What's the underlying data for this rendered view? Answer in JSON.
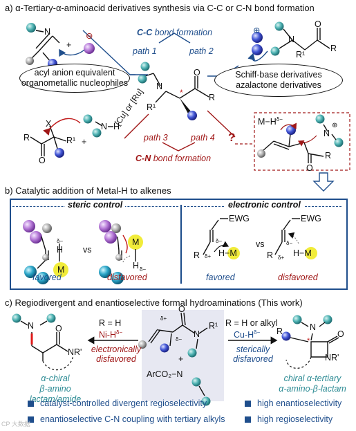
{
  "section_a": {
    "title": "a) α-Tertiary-α-aminoacid derivatives synthesis via C-C or C-N bond formation",
    "cc_label_bold": "C-C",
    "cc_label_rest": "bond formation",
    "cn_label_bold": "C-N",
    "cn_label_rest": "bond formation",
    "path1": "path 1",
    "path2": "path 2",
    "path3": "path 3",
    "path4": "path 4",
    "left_pill": [
      "acyl anion equivalent",
      "organometallic nucleophiles"
    ],
    "right_pill": [
      "Schiff-base derivatives",
      "azalactone derivatives"
    ],
    "catalyst": "[Cu] or [Ru]",
    "question": "?",
    "mh_label": "M−H",
    "mh_sup": "δ−",
    "atoms": {
      "N": "N",
      "O": "O",
      "R": "R",
      "R1": "R¹",
      "X": "X",
      "H": "H",
      "plus": "+",
      "minus": "⊖",
      "cation": "⊕"
    }
  },
  "section_b": {
    "title": "b) Catalytic addition of Metal-H to alkenes",
    "steric": "steric control",
    "electronic": "electronic control",
    "vs": "vs",
    "favored": "favored",
    "disfavored": "disfavored",
    "ewg": "EWG",
    "hm": "H−M",
    "h": "H",
    "m": "M",
    "dminus": "δ−",
    "dplus": "δ+",
    "r": "R"
  },
  "section_c": {
    "title": "c) Regiodivergent and enantioselective formal hydroaminations (This work)",
    "left_cond": "R = H",
    "left_cat": "Ni-H",
    "left_cat_sup": "δ−",
    "left_note": [
      "electronically",
      "disfavored"
    ],
    "right_cond": "R = H or alkyl",
    "right_cat": "Cu-H",
    "right_cat_sup": "δ−",
    "right_note": [
      "sterically",
      "disfavored"
    ],
    "reagent": "ArCO₂−N",
    "plus": "+",
    "left_product": [
      "α-chiral",
      "β-amino lactam/amide"
    ],
    "right_product": [
      "chiral α-tertiary",
      "α-amino-β-lactam"
    ],
    "nr": "NR'",
    "n": "N",
    "o": "O",
    "r1": "R¹",
    "r": "R",
    "dplus": "δ+",
    "dminus": "δ−"
  },
  "bullets": [
    "catalyst-controlled divergent regioselectivity",
    "high enantioselectivity",
    "enantioselective C-N coupling with tertiary alkyls",
    "high regioselectivity"
  ],
  "watermark": "CP 大数据",
  "colors": {
    "blue": "#1f4e8c",
    "red": "#a01818",
    "teal": "#2b8a93",
    "purple": "#b477d6",
    "yellow": "#f1ec3a",
    "cyan_ball": "#2aa5c7"
  }
}
